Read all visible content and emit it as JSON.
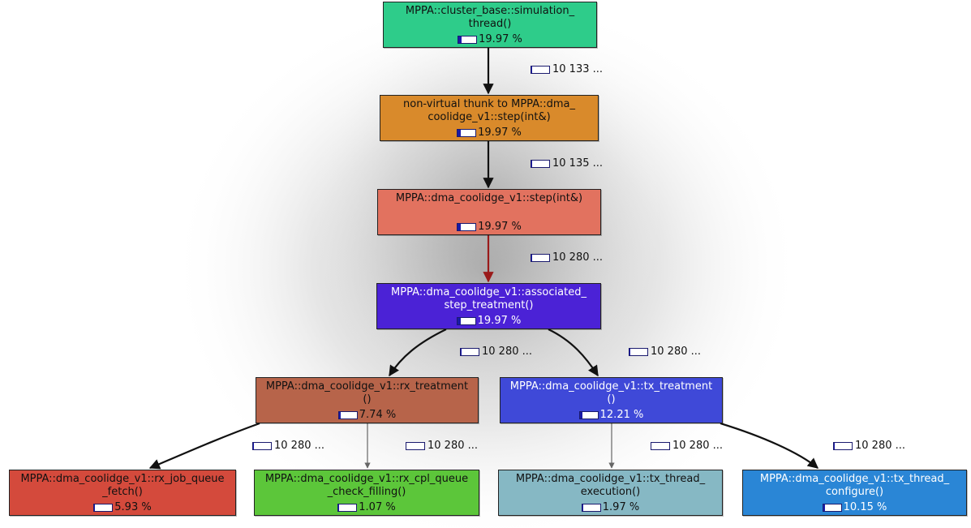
{
  "nodes": {
    "sim_thread": {
      "title": "MPPA::cluster_base::simulation_\nthread()",
      "pct": "19.97 %",
      "fraction": 0.1997,
      "color": "#2ecc8a",
      "text": "dark"
    },
    "thunk_step": {
      "title": "non-virtual thunk to MPPA::dma_\ncoolidge_v1::step(int&)",
      "pct": "19.97 %",
      "fraction": 0.1997,
      "color": "#d98a2b",
      "text": "dark"
    },
    "step": {
      "title": "MPPA::dma_coolidge_v1::step(int&)",
      "pct": "19.97 %",
      "fraction": 0.1997,
      "color": "#e2725f",
      "text": "dark"
    },
    "assoc": {
      "title": "MPPA::dma_coolidge_v1::associated_\nstep_treatment()",
      "pct": "19.97 %",
      "fraction": 0.1997,
      "color": "#4b22d6",
      "text": "light"
    },
    "rx_treat": {
      "title": "MPPA::dma_coolidge_v1::rx_treatment\n()",
      "pct": "7.74 %",
      "fraction": 0.0774,
      "color": "#b7644a",
      "text": "dark"
    },
    "tx_treat": {
      "title": "MPPA::dma_coolidge_v1::tx_treatment\n()",
      "pct": "12.21 %",
      "fraction": 0.1221,
      "color": "#3f49d8",
      "text": "light"
    },
    "rx_job": {
      "title": "MPPA::dma_coolidge_v1::rx_job_queue\n_fetch()",
      "pct": "5.93 %",
      "fraction": 0.0593,
      "color": "#d44a3c",
      "text": "dark"
    },
    "rx_cpl": {
      "title": "MPPA::dma_coolidge_v1::rx_cpl_queue\n_check_filling()",
      "pct": "1.07 %",
      "fraction": 0.0107,
      "color": "#5cc63a",
      "text": "dark"
    },
    "tx_exec": {
      "title": "MPPA::dma_coolidge_v1::tx_thread_\nexecution()",
      "pct": "1.97 %",
      "fraction": 0.0197,
      "color": "#86b8c4",
      "text": "dark"
    },
    "tx_conf": {
      "title": "MPPA::dma_coolidge_v1::tx_thread_\nconfigure()",
      "pct": "10.15 %",
      "fraction": 0.1015,
      "color": "#2a86d6",
      "text": "light"
    }
  },
  "edges": [
    {
      "from": "sim_thread",
      "to": "thunk_step",
      "label": "10 133 ...",
      "fraction": 0.03,
      "color": "#111111"
    },
    {
      "from": "thunk_step",
      "to": "step",
      "label": "10 135 ...",
      "fraction": 0.03,
      "color": "#111111"
    },
    {
      "from": "step",
      "to": "assoc",
      "label": "10 280 ...",
      "fraction": 0.03,
      "color": "#9a1a1a"
    },
    {
      "from": "assoc",
      "to": "rx_treat",
      "label": "10 280 ...",
      "fraction": 0.03,
      "color": "#111111"
    },
    {
      "from": "assoc",
      "to": "tx_treat",
      "label": "10 280 ...",
      "fraction": 0.03,
      "color": "#111111"
    },
    {
      "from": "rx_treat",
      "to": "rx_job",
      "label": "10 280 ...",
      "fraction": 0.03,
      "color": "#111111"
    },
    {
      "from": "rx_treat",
      "to": "rx_cpl",
      "label": "10 280 ...",
      "fraction": 0.0,
      "color": "#666666"
    },
    {
      "from": "tx_treat",
      "to": "tx_exec",
      "label": "10 280 ...",
      "fraction": 0.0,
      "color": "#666666"
    },
    {
      "from": "tx_treat",
      "to": "tx_conf",
      "label": "10 280 ...",
      "fraction": 0.03,
      "color": "#111111"
    }
  ]
}
